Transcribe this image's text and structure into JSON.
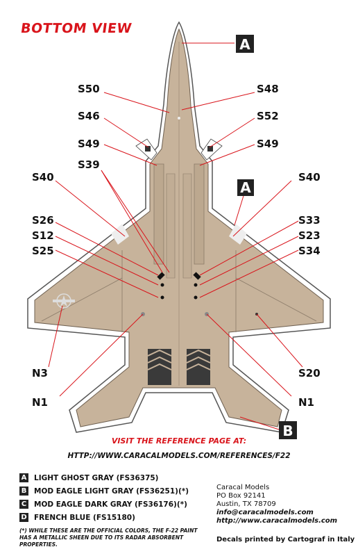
{
  "title": "BOTTOM VIEW",
  "callouts": {
    "A_top": "A",
    "A_mid": "A",
    "B": "B"
  },
  "stencils": {
    "s50": "S50",
    "s48": "S48",
    "s46": "S46",
    "s52": "S52",
    "s49_left": "S49",
    "s49_right": "S49",
    "s39": "S39",
    "s40_left": "S40",
    "s40_right": "S40",
    "s26": "S26",
    "s12": "S12",
    "s25": "S25",
    "s33": "S33",
    "s23": "S23",
    "s34": "S34",
    "n3": "N3",
    "n1_left": "N1",
    "n1_right": "N1",
    "s20": "S20"
  },
  "reference": {
    "line1": "VISIT THE REFERENCE PAGE AT:",
    "line2": "HTTP://WWW.CARACALMODELS.COM/REFERENCES/F22"
  },
  "legend": [
    {
      "key": "A",
      "label": "LIGHT GHOST GRAY (FS36375)"
    },
    {
      "key": "B",
      "label": "MOD EAGLE LIGHT GRAY (FS36251)(*)"
    },
    {
      "key": "C",
      "label": "MOD EAGLE DARK GRAY (FS36176)(*)"
    },
    {
      "key": "D",
      "label": "FRENCH BLUE (FS15180)"
    }
  ],
  "note": "(*) WHILE THESE ARE THE OFFICIAL COLORS, THE F-22 PAINT HAS A METALLIC SHEEN DUE TO ITS RADAR ABSORBENT PROPERTIES.",
  "address": {
    "company": "Caracal Models",
    "po_box": "PO Box 92141",
    "city": "Austin, TX 78709",
    "email": "info@caracalmodels.com",
    "website": "http://www.caracalmodels.com"
  },
  "printed_by": "Decals printed by Cartograf in Italy",
  "colors": {
    "airframe": "#c7b39b",
    "accent_red": "#d9141b",
    "callout_bg": "#222222"
  }
}
